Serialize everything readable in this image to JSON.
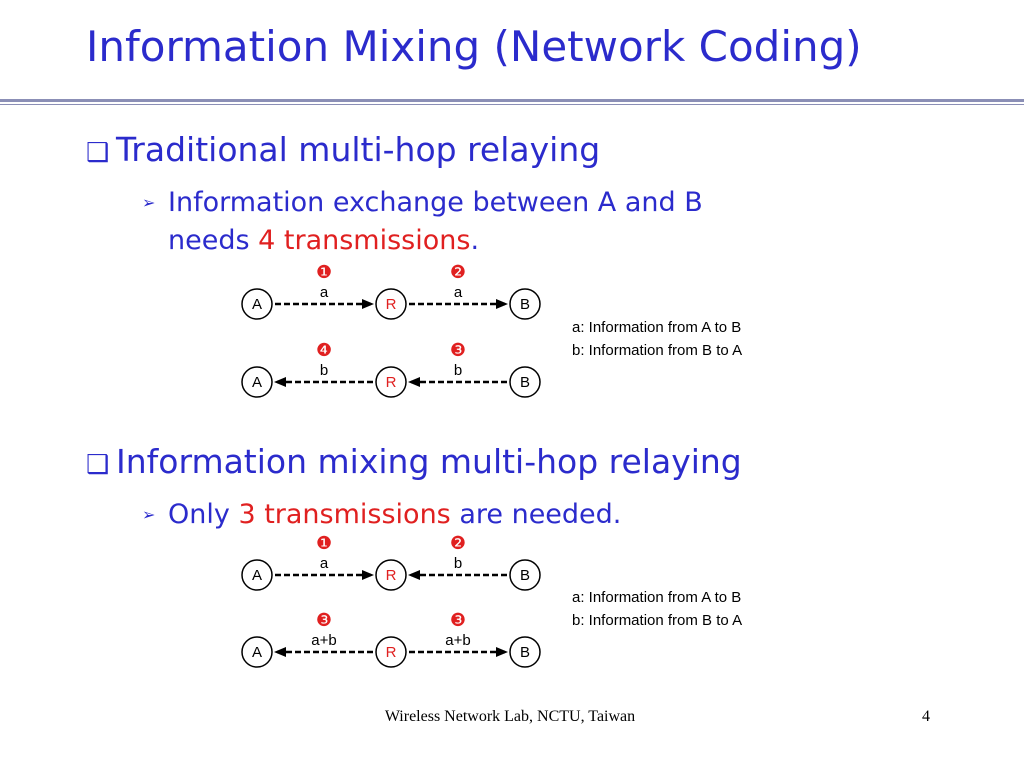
{
  "slide": {
    "title": "Information Mixing (Network Coding)",
    "page_number": "4",
    "footer": "Wireless Network Lab, NCTU, Taiwan"
  },
  "sections": [
    {
      "bullet_icon": "hollow-square",
      "heading": "Traditional multi-hop relaying",
      "sub_icon": "arrowhead",
      "sub_line1": "Information exchange between A and B",
      "sub_line2_pre": "needs ",
      "sub_line2_red": "4 transmissions",
      "sub_line2_post": ".",
      "rows": [
        {
          "direction": "A-to-B",
          "nodes": [
            "A",
            "R",
            "B"
          ],
          "hops": [
            {
              "order": "1",
              "label": "a"
            },
            {
              "order": "2",
              "label": "a"
            }
          ]
        },
        {
          "direction": "B-to-A",
          "nodes": [
            "A",
            "R",
            "B"
          ],
          "hops": [
            {
              "order": "4",
              "label": "b"
            },
            {
              "order": "3",
              "label": "b"
            }
          ]
        }
      ],
      "legend": [
        "a: Information from A to B",
        "b: Information from B to A"
      ]
    },
    {
      "bullet_icon": "hollow-square",
      "heading": "Information mixing multi-hop relaying",
      "sub_icon": "arrowhead",
      "sub_line1_pre": "Only ",
      "sub_line1_red": "3 transmissions",
      "sub_line1_post": " are needed.",
      "rows": [
        {
          "direction": "inward",
          "nodes": [
            "A",
            "R",
            "B"
          ],
          "hops": [
            {
              "order": "1",
              "label": "a"
            },
            {
              "order": "2",
              "label": "b"
            }
          ]
        },
        {
          "direction": "outward",
          "nodes": [
            "A",
            "R",
            "B"
          ],
          "hops": [
            {
              "order": "3",
              "label": "a+b"
            },
            {
              "order": "3",
              "label": "a+b"
            }
          ]
        }
      ],
      "legend": [
        "a: Information from A to B",
        "b: Information from B to A"
      ]
    }
  ],
  "colors": {
    "text_blue": "#2b2bcc",
    "highlight_red": "#e02020",
    "relay_red": "#e02020",
    "rule": "#8b8fb6"
  }
}
